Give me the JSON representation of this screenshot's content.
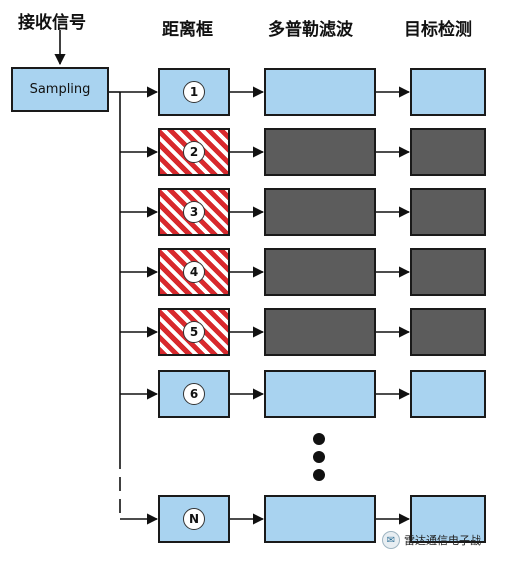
{
  "headers": {
    "received_signal": "接收信号",
    "range_gate": "距离框",
    "doppler_filter": "多普勒滤波",
    "target_detection": "目标检测"
  },
  "sampling_label": "Sampling",
  "gates": [
    {
      "label": "1",
      "state": "clean"
    },
    {
      "label": "2",
      "state": "jammed"
    },
    {
      "label": "3",
      "state": "jammed"
    },
    {
      "label": "4",
      "state": "jammed"
    },
    {
      "label": "5",
      "state": "jammed"
    },
    {
      "label": "6",
      "state": "clean"
    },
    {
      "label": "N",
      "state": "clean"
    }
  ],
  "watermark": {
    "text": "雷达通信电子战",
    "icon": "wechat-icon"
  },
  "colors": {
    "clean": "#a9d3f0",
    "jammed_stripe": "#d8292d",
    "blocked": "#5c5c5c"
  }
}
